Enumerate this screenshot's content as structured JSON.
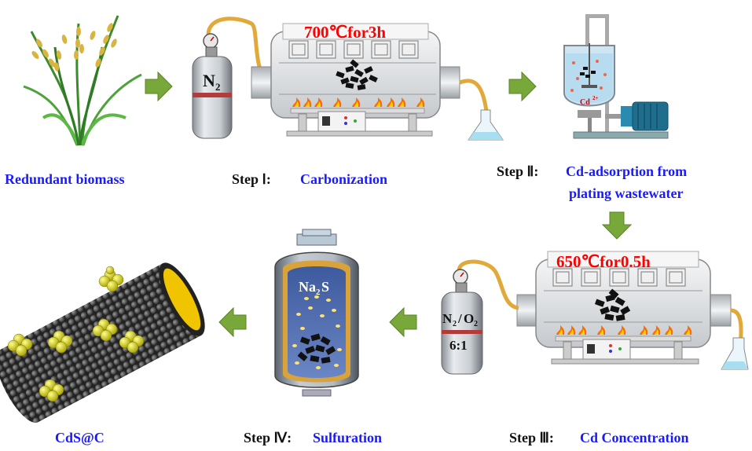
{
  "labels": {
    "biomass": "Redundant biomass",
    "step1_prefix": "Step Ⅰ:",
    "step1_name": "Carbonization",
    "step2_prefix": "Step Ⅱ:",
    "step2_name_line1": "Cd-adsorption from",
    "step2_name_line2": "plating wastewater",
    "step3_prefix": "Step Ⅲ:",
    "step3_name": "Cd Concentration",
    "step4_prefix": "Step Ⅳ:",
    "step4_name": "Sulfuration",
    "product": "CdS@C"
  },
  "furnace1": {
    "condition": "700℃for3h"
  },
  "furnace2": {
    "condition": "650℃for0.5h"
  },
  "gas1": {
    "formula_base": "N",
    "formula_sub": "2"
  },
  "gas2": {
    "formula_part1": "N",
    "sub1": "2",
    "slash": "/",
    "formula_part2": "O",
    "sub2": "2",
    "ratio": "6:1"
  },
  "reactor": {
    "ion_base": "Cd",
    "ion_charge": "2+"
  },
  "sulfuration_vessel": {
    "reagent_base": "Na",
    "reagent_sub": "2",
    "reagent_tail": "S"
  },
  "colors": {
    "label_blue": "#1a1aff",
    "temp_red": "#ff0000",
    "arrow_green": "#78a83a",
    "gas_tube": "#e0a93a",
    "cds_yellow": "#e6e600"
  }
}
